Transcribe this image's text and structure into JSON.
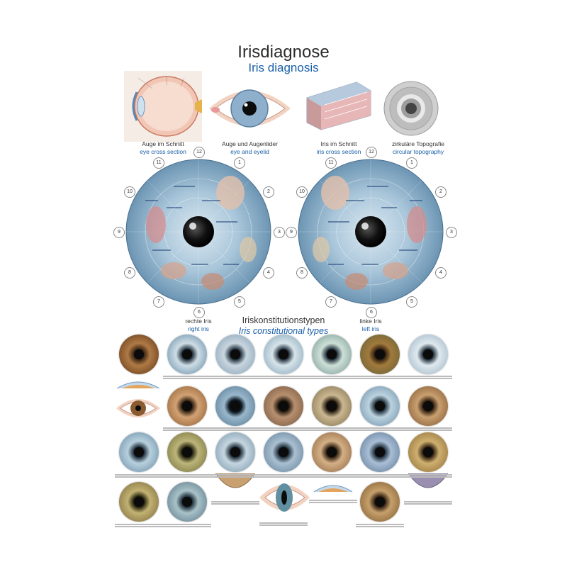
{
  "title": {
    "de": "Irisdiagnose",
    "en": "Iris diagnosis"
  },
  "top_captions": [
    {
      "de": "Auge im Schnitt",
      "en": "eye cross section"
    },
    {
      "de": "Auge und Augenlider",
      "en": "eye and eyelid"
    },
    {
      "de": "Iris im Schnitt",
      "en": "iris cross section"
    },
    {
      "de": "zirkuläre Topografie",
      "en": "circular topography"
    }
  ],
  "clock_numbers": [
    "12",
    "1",
    "2",
    "3",
    "4",
    "5",
    "6",
    "7",
    "8",
    "9",
    "10",
    "11"
  ],
  "iris_captions": {
    "right": {
      "de": "rechte Iris",
      "en": "right iris"
    },
    "left": {
      "de": "linke Iris",
      "en": "left iris"
    }
  },
  "section": {
    "de": "Iriskonstitutionstypen",
    "en": "Iris constitutional types"
  },
  "colors": {
    "accent_blue": "#1a5fa8",
    "map_blue": "#7fa9c4",
    "brown_iris": "#9a6a3a",
    "blue_iris": "#8fb4cf",
    "green_iris": "#9aa86a"
  }
}
